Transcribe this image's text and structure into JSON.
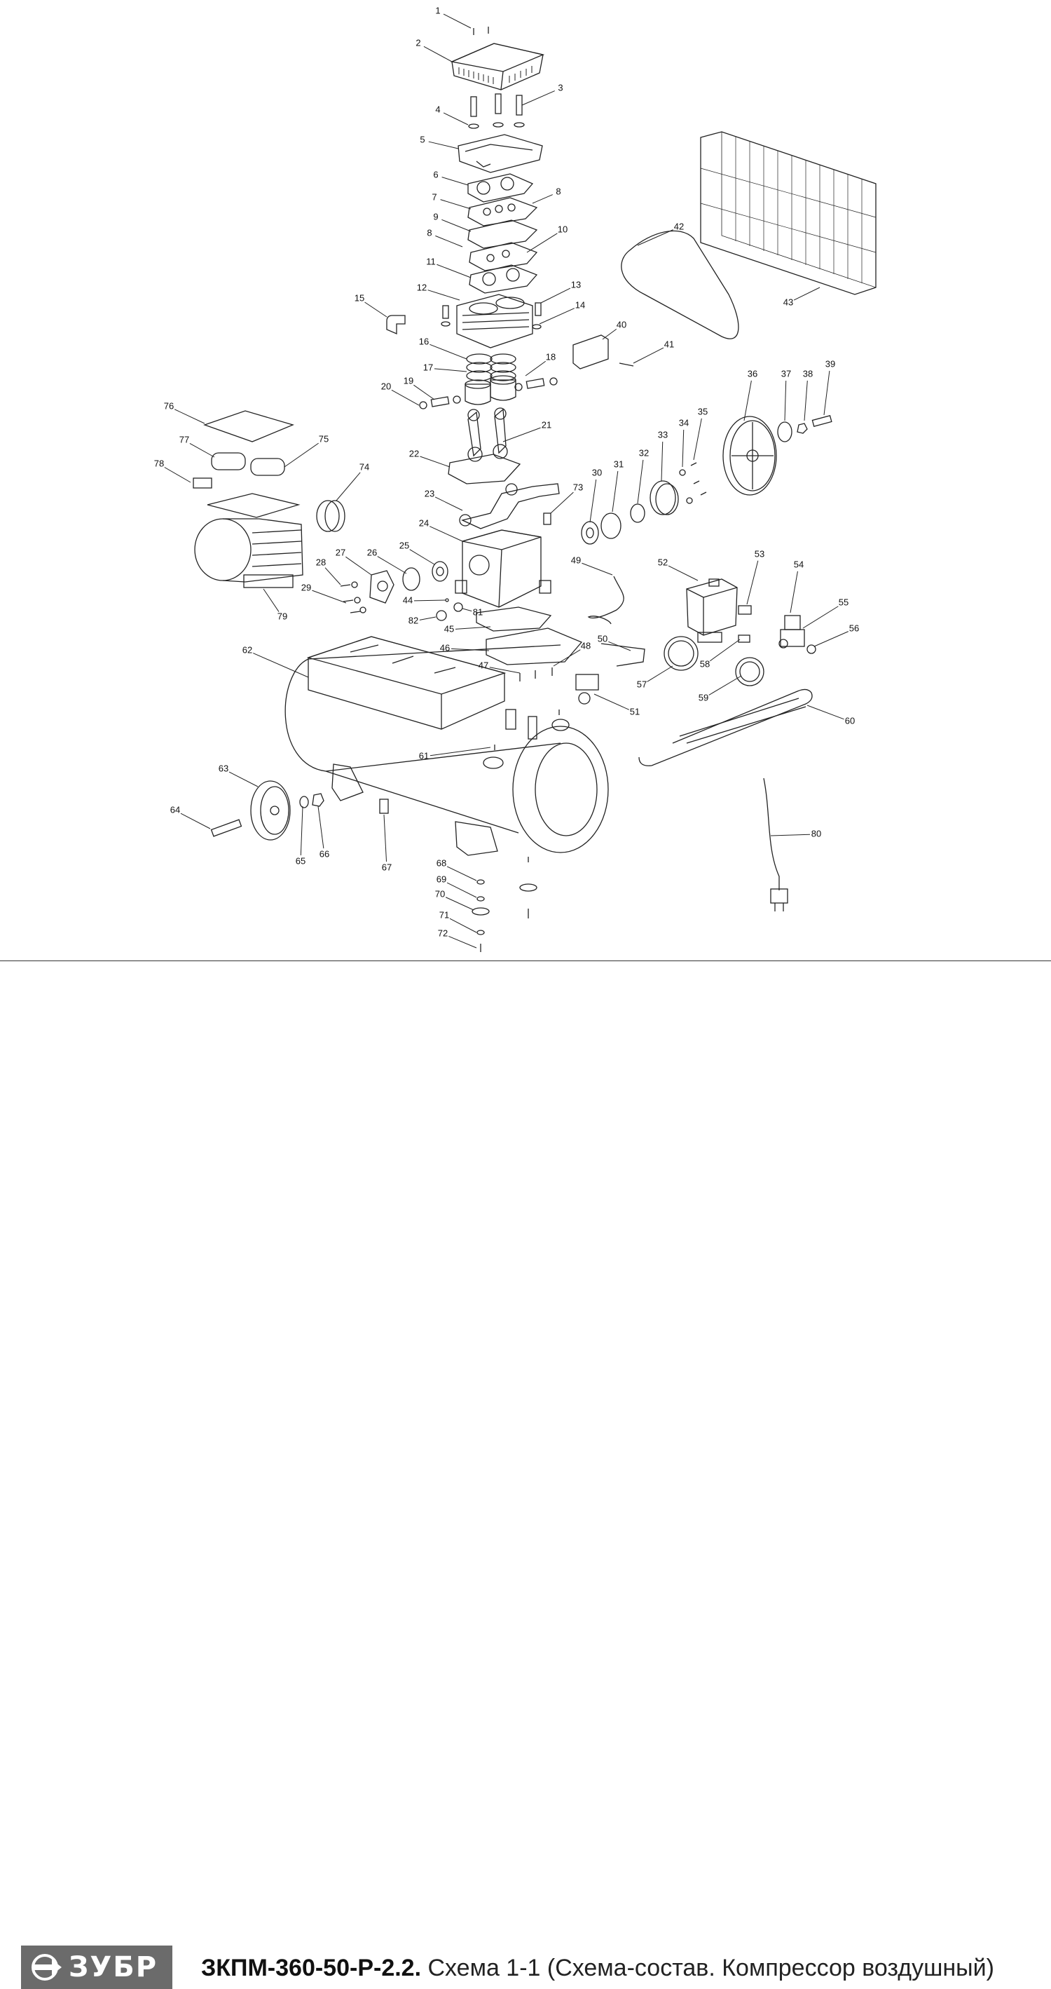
{
  "diagram": {
    "part_numbers": [
      "1",
      "2",
      "3",
      "4",
      "5",
      "6",
      "7",
      "8",
      "9",
      "8",
      "10",
      "11",
      "12",
      "13",
      "14",
      "15",
      "16",
      "17",
      "18",
      "19",
      "20",
      "21",
      "22",
      "23",
      "24",
      "25",
      "26",
      "27",
      "28",
      "29",
      "30",
      "31",
      "32",
      "33",
      "34",
      "35",
      "36",
      "37",
      "38",
      "39",
      "40",
      "41",
      "42",
      "43",
      "44",
      "45",
      "46",
      "47",
      "48",
      "49",
      "50",
      "51",
      "52",
      "53",
      "54",
      "55",
      "56",
      "57",
      "58",
      "59",
      "60",
      "61",
      "62",
      "63",
      "64",
      "65",
      "66",
      "67",
      "68",
      "69",
      "70",
      "71",
      "72",
      "73",
      "74",
      "75",
      "76",
      "77",
      "78",
      "79",
      "80",
      "81",
      "82"
    ]
  },
  "footer": {
    "brand": "ЗУБР",
    "model": "ЗКПМ-360-50-Р-2.2.",
    "description": " Схема 1-1 (Схема-состав. Компрессор воздушный)"
  },
  "colors": {
    "logo_bg": "#6b6b6b",
    "line": "#222222"
  }
}
